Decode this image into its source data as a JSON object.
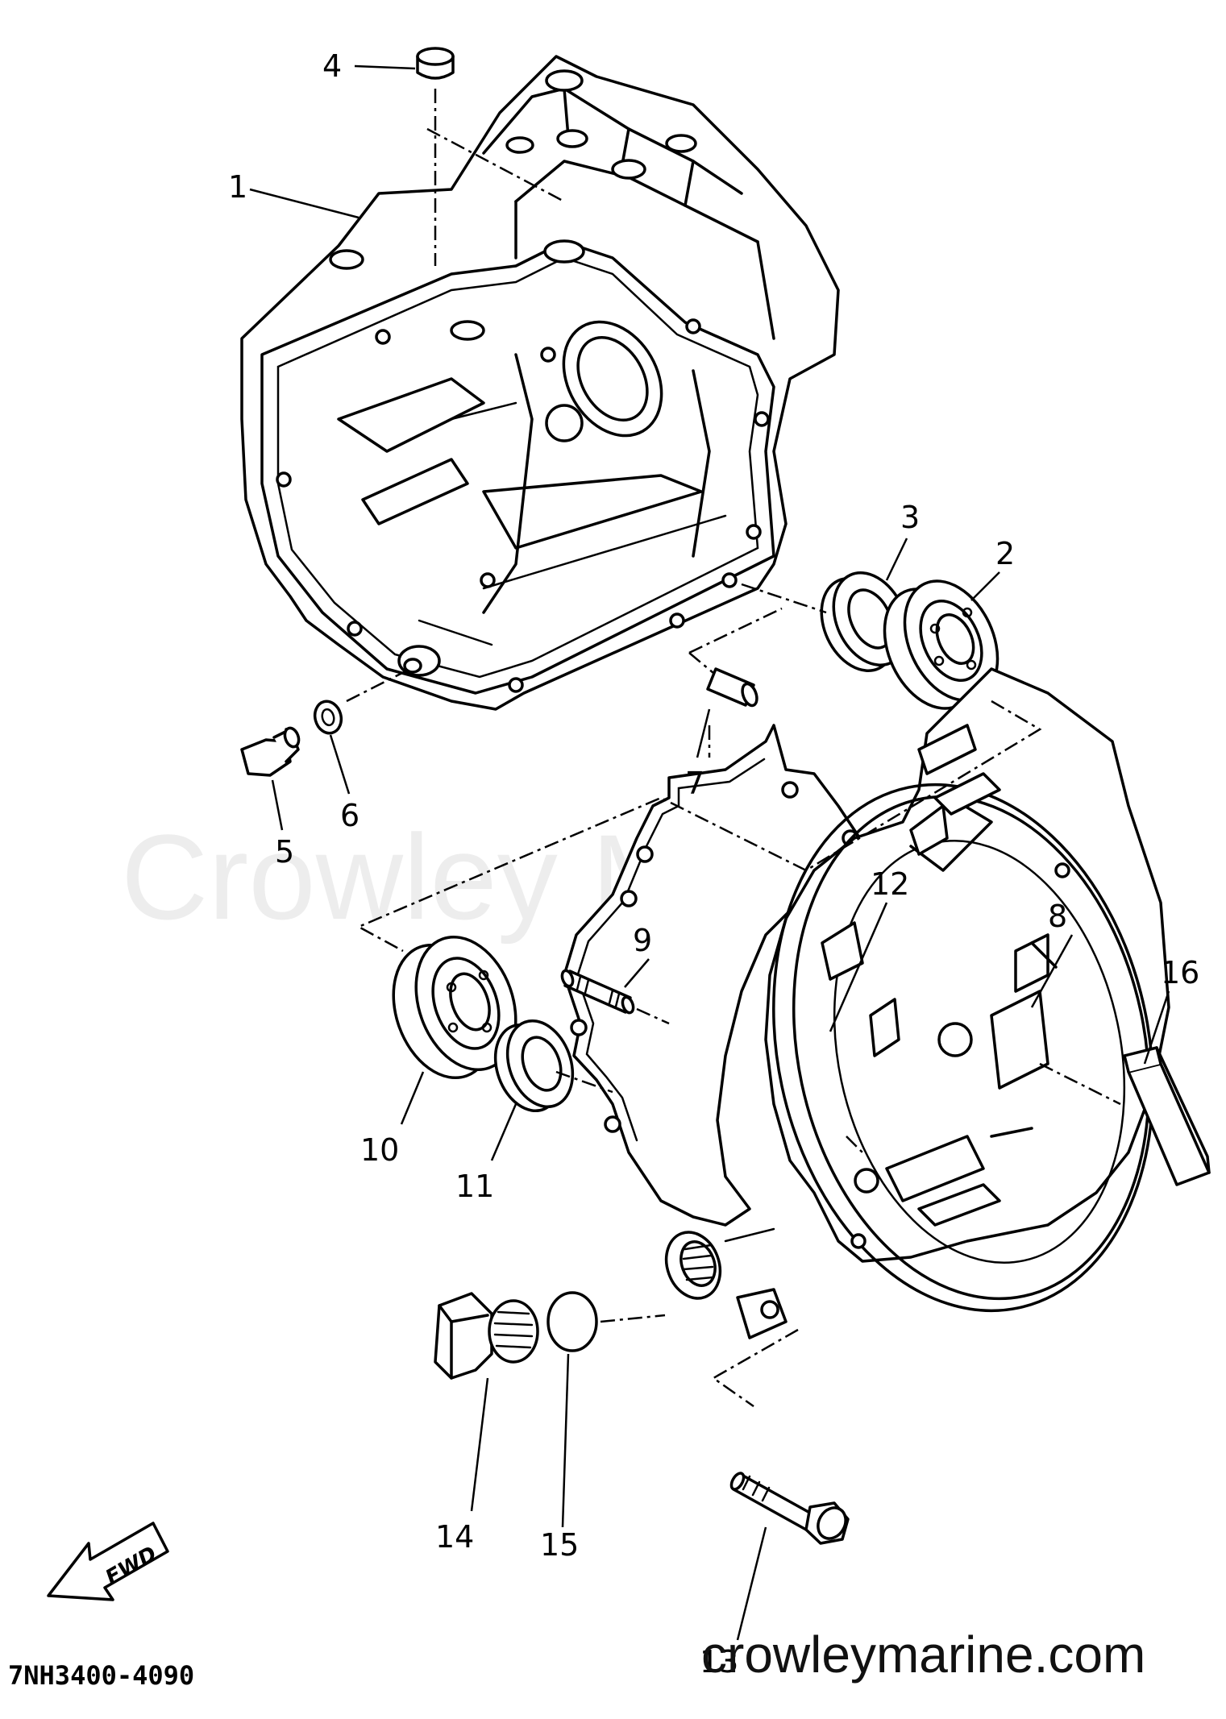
{
  "diagram": {
    "watermark": "Crowley Marine",
    "website": "crowleymarine.com",
    "figure_code": "7NH3400-4090",
    "direction_arrow": "FWD",
    "callouts": [
      "1",
      "2",
      "3",
      "4",
      "5",
      "6",
      "7",
      "8",
      "9",
      "10",
      "11",
      "12",
      "13",
      "14",
      "15",
      "16"
    ]
  }
}
